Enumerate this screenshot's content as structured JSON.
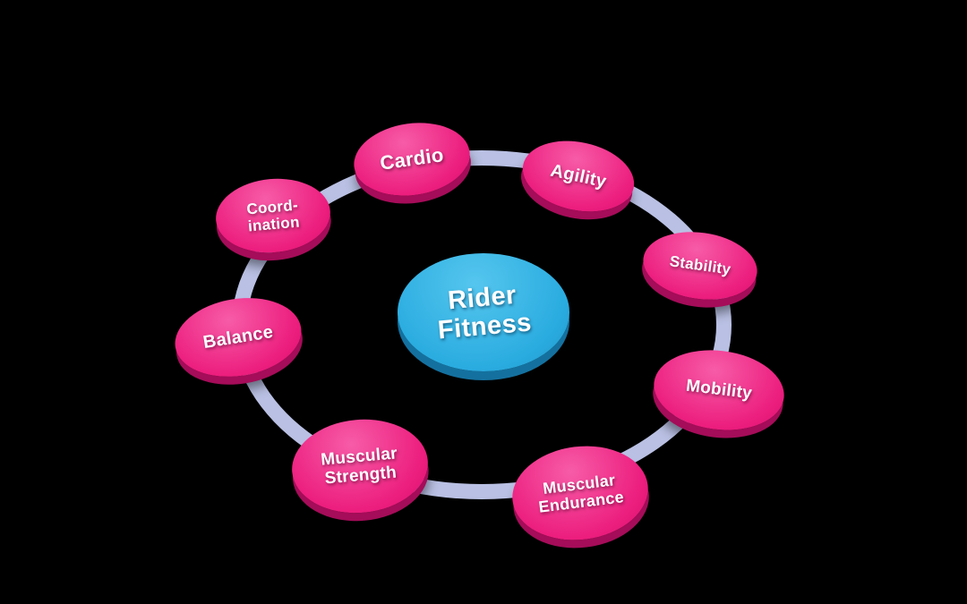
{
  "theme": {
    "background": "#000000",
    "ring_color": "#b9c0e3",
    "node_color": "#ec1e7e",
    "node_color_light": "#f75ca8",
    "node_rim_color": "#a50c59",
    "center_color": "#2aace0",
    "center_color_light": "#55c6ee",
    "center_rim_color": "#14719f",
    "text_color": "#ffffff"
  },
  "diagram": {
    "center": {
      "lines": [
        "Rider",
        "Fitness"
      ]
    },
    "nodes": [
      {
        "id": "cardio",
        "lines": [
          "Cardio"
        ]
      },
      {
        "id": "agility",
        "lines": [
          "Agility"
        ]
      },
      {
        "id": "stability",
        "lines": [
          "Stability"
        ]
      },
      {
        "id": "mobility",
        "lines": [
          "Mobility"
        ]
      },
      {
        "id": "muscular-endurance",
        "lines": [
          "Muscular",
          "Endurance"
        ]
      },
      {
        "id": "muscular-strength",
        "lines": [
          "Muscular",
          "Strength"
        ]
      },
      {
        "id": "balance",
        "lines": [
          "Balance"
        ]
      },
      {
        "id": "coordination",
        "lines": [
          "Coord-",
          "ination"
        ]
      }
    ]
  }
}
